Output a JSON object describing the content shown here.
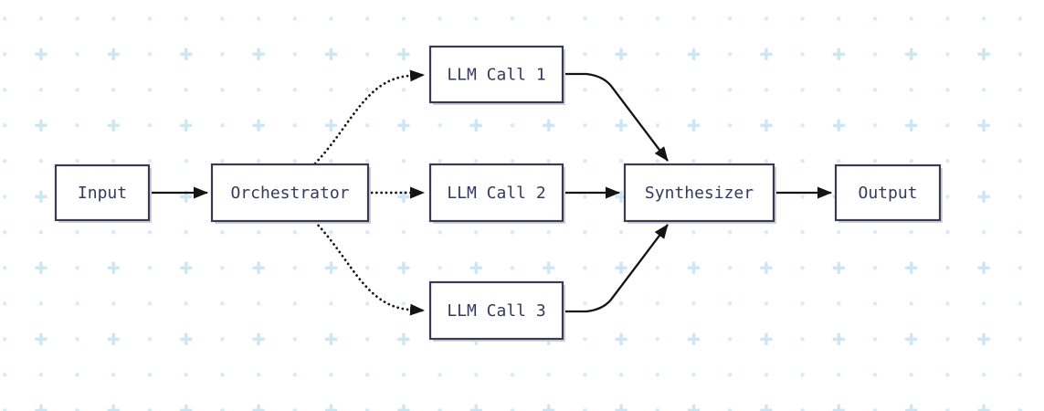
{
  "diagram": {
    "nodes": [
      {
        "id": "input",
        "label": "Input"
      },
      {
        "id": "orchestrator",
        "label": "Orchestrator"
      },
      {
        "id": "llm-call-1",
        "label": "LLM Call 1"
      },
      {
        "id": "llm-call-2",
        "label": "LLM Call 2"
      },
      {
        "id": "llm-call-3",
        "label": "LLM Call 3"
      },
      {
        "id": "synthesizer",
        "label": "Synthesizer"
      },
      {
        "id": "output",
        "label": "Output"
      }
    ],
    "edges": [
      {
        "from": "Input",
        "to": "Orchestrator",
        "style": "solid"
      },
      {
        "from": "Orchestrator",
        "to": "LLM Call 1",
        "style": "dotted"
      },
      {
        "from": "Orchestrator",
        "to": "LLM Call 2",
        "style": "dotted"
      },
      {
        "from": "Orchestrator",
        "to": "LLM Call 3",
        "style": "dotted"
      },
      {
        "from": "LLM Call 1",
        "to": "Synthesizer",
        "style": "solid"
      },
      {
        "from": "LLM Call 2",
        "to": "Synthesizer",
        "style": "solid"
      },
      {
        "from": "LLM Call 3",
        "to": "Synthesizer",
        "style": "solid"
      },
      {
        "from": "Synthesizer",
        "to": "Output",
        "style": "solid"
      }
    ],
    "colors": {
      "canvas_background": "#ffffff",
      "grid_dot": "#d6ebf4",
      "grid_plus": "#cde6f1",
      "node_border": "#3a3a52",
      "node_fill": "#ffffff",
      "node_text": "#333a5c",
      "node_shadow": "#ccd2dc",
      "edge": "#141414"
    }
  }
}
